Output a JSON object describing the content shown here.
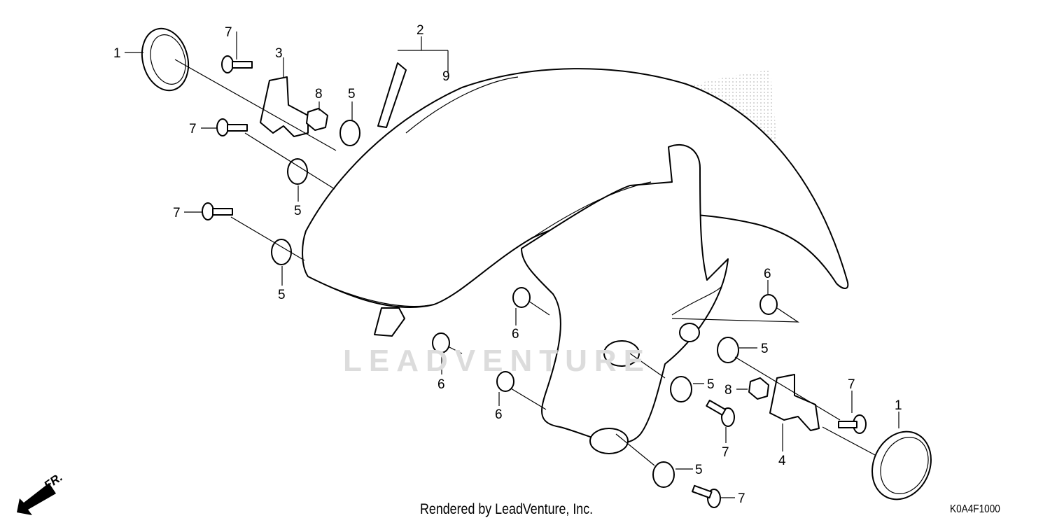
{
  "diagram": {
    "callouts": [
      "1",
      "7",
      "3",
      "2",
      "9",
      "8",
      "5",
      "7",
      "5",
      "7",
      "5",
      "6",
      "6",
      "5",
      "6",
      "5",
      "8",
      "7",
      "1",
      "6",
      "7",
      "4",
      "5",
      "7"
    ],
    "watermark": "LEADVENTURE",
    "front_indicator": "FR.",
    "footer_credit": "Rendered by LeadVenture, Inc.",
    "diagram_code": "K0A4F1000"
  }
}
